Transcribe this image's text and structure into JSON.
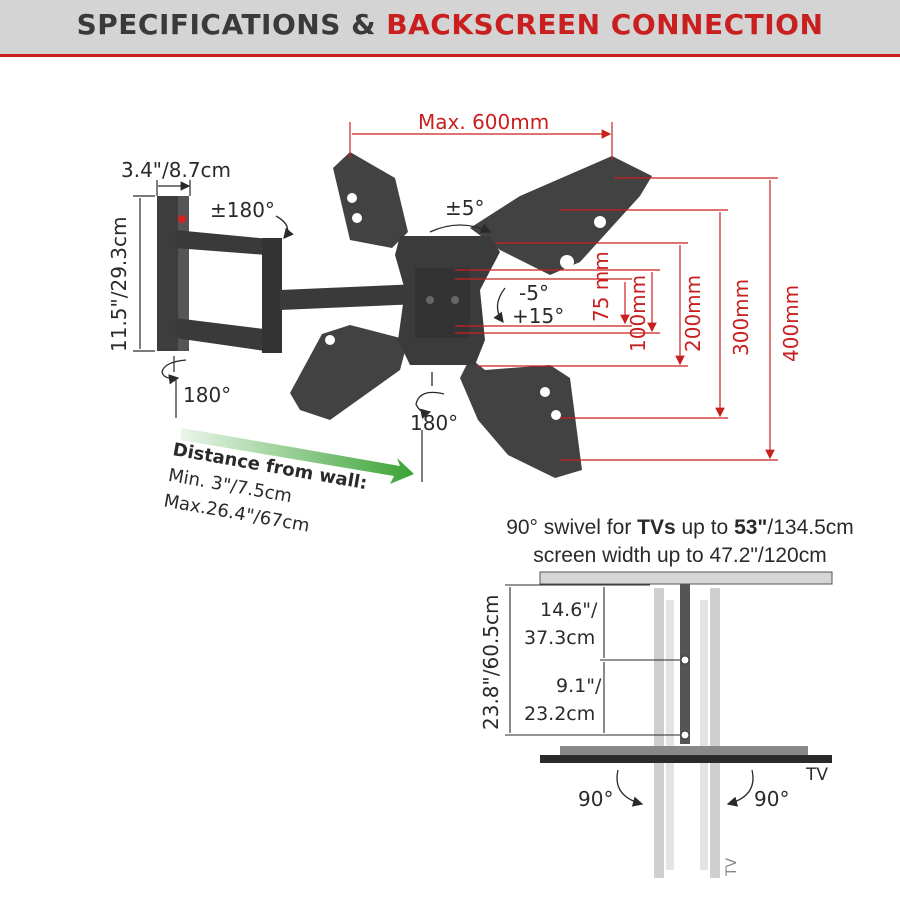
{
  "header": {
    "title_part1": "SPECIFICATIONS & ",
    "title_part2": "BACKSCREEN CONNECTION",
    "text_color": "#3a3a3a",
    "accent_color": "#c9201f",
    "background_color": "#d4d4d4"
  },
  "bracket": {
    "depth_label": "3.4\"/8.7cm",
    "height_label": "11.5\"/29.3cm",
    "rotation_label": "±180°",
    "wall_swivel_label": "180°"
  },
  "plate": {
    "max_width_label": "Max. 600mm",
    "tilt_side_label": "±5°",
    "tilt_minus_label": "-5°",
    "tilt_plus_label": "+15°",
    "swivel_label": "180°",
    "vesa_heights": [
      "75 mm",
      "100mm",
      "200mm",
      "300mm",
      "400mm"
    ]
  },
  "distance": {
    "title": "Distance from wall:",
    "min": "Min. 3\"/7.5cm",
    "max": "Max.26.4\"/67cm",
    "arrow_color": "#3aa335"
  },
  "swivel_info": {
    "line1_prefix": "90° swivel for ",
    "line1_bold1": "TVs",
    "line1_mid": " up to ",
    "line1_bold2": "53\"",
    "line1_suffix": "/134.5cm",
    "line2": "screen width up to 47.2\"/120cm"
  },
  "top_view": {
    "total_depth_label": "23.8\"/60.5cm",
    "upper_segment": [
      "14.6\"/",
      "37.3cm"
    ],
    "lower_segment": [
      "9.1\"/",
      "23.2cm"
    ],
    "tv_label": "TV",
    "tv_label_rotated": "TV",
    "left_angle": "90°",
    "right_angle": "90°"
  }
}
